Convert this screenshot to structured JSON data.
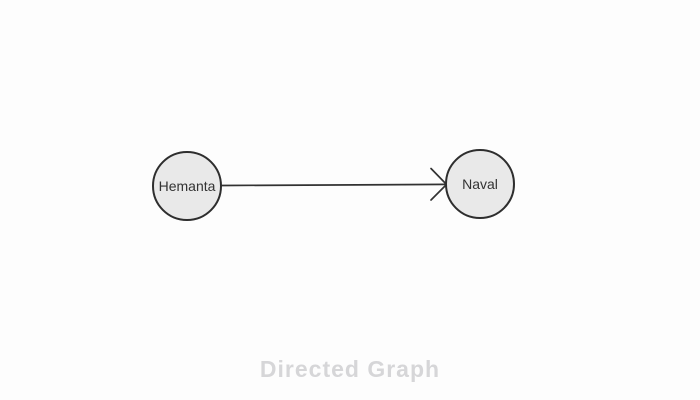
{
  "app": {
    "background_color": "#fdfdfd",
    "title": "Directed Graph",
    "title_color": "#d6d6d8"
  },
  "graph": {
    "type": "directed",
    "style": {
      "node_fill": "#e9e9e9",
      "node_stroke": "#2e2e2e",
      "edge_color": "#323232",
      "label_color": "#333333"
    },
    "nodes": [
      {
        "label": "Hemanta"
      },
      {
        "label": "Naval"
      }
    ],
    "edges": [
      {
        "from": "Hemanta",
        "to": "Naval"
      }
    ]
  }
}
